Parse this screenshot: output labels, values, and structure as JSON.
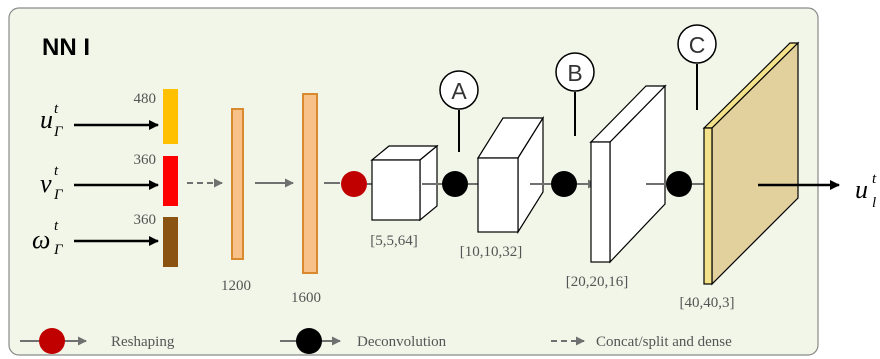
{
  "title": "NN I",
  "inputs": [
    {
      "base": "u",
      "sub": "Γ",
      "sup": "t",
      "size": "480",
      "color": "#FFC000"
    },
    {
      "base": "v",
      "sub": "Γ",
      "sup": "t",
      "size": "360",
      "color": "#FF0000"
    },
    {
      "base": "ω",
      "sub": "Γ",
      "sup": "t",
      "size": "360",
      "color": "#8B5312"
    }
  ],
  "dense_layers": [
    {
      "size": "1200"
    },
    {
      "size": "1600"
    }
  ],
  "conv_blocks": [
    {
      "shape": "[5,5,64]"
    },
    {
      "shape": "[10,10,32]"
    },
    {
      "shape": "[20,20,16]"
    },
    {
      "shape": "[40,40,3]"
    }
  ],
  "markers": [
    "A",
    "B",
    "C"
  ],
  "output": {
    "base": "u",
    "sub": "l",
    "sup": "t"
  },
  "legend": [
    {
      "label": "Reshaping",
      "marker": "red-circle"
    },
    {
      "label": "Deconvolution",
      "marker": "black-circle"
    },
    {
      "label": "Concat/split and dense",
      "marker": "dashed-arrow"
    }
  ],
  "colors": {
    "panel_bg": "#F1F6E8",
    "dense_fill": "#F9C18A",
    "dense_stroke": "#D98A2E",
    "reshape": "#C00000",
    "deconv": "#000000",
    "output_face": "#E2D19C",
    "output_side": "#F4E28A",
    "arrow_gray": "#707070"
  }
}
